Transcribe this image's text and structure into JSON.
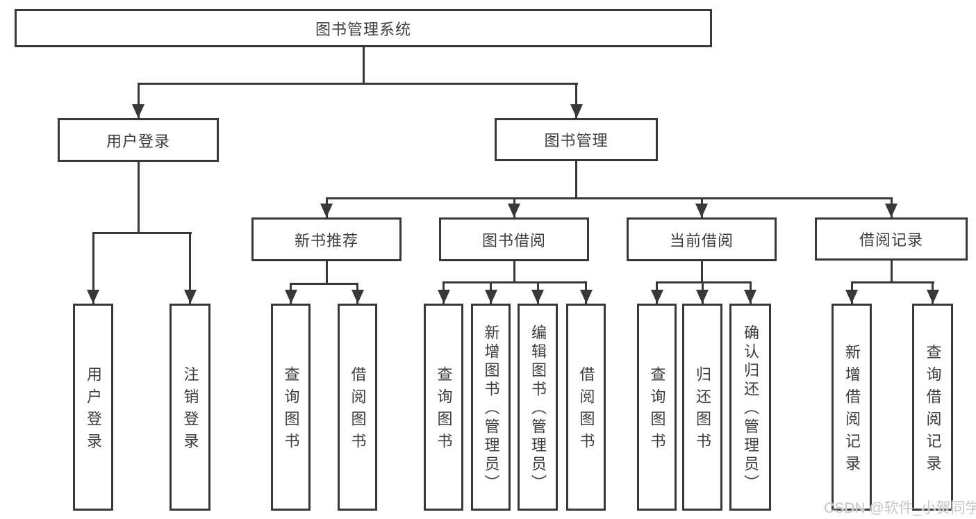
{
  "diagram_title": "图书管理系统",
  "nodes": {
    "root": "图书管理系统",
    "login": "用户登录",
    "mgmt": "图书管理",
    "rec": "新书推荐",
    "bb": "图书借阅",
    "cb": "当前借阅",
    "br": "借阅记录",
    "leaf_user_login": "用户登录",
    "leaf_logout": "注销登录",
    "leaf_rec_query": "查询图书",
    "leaf_rec_borrow": "借阅图书",
    "leaf_bb_query": "查询图书",
    "leaf_bb_add": "新增图书（管理员）",
    "leaf_bb_edit": "编辑图书（管理员）",
    "leaf_bb_borrow": "借阅图书",
    "leaf_cb_query": "查询图书",
    "leaf_cb_return": "归还图书",
    "leaf_cb_confirm": "确认归还（管理员）",
    "leaf_br_add": "新增借阅记录",
    "leaf_br_query": "查询借阅记录"
  },
  "hierarchy": {
    "图书管理系统": {
      "用户登录": [
        "用户登录",
        "注销登录"
      ],
      "图书管理": {
        "新书推荐": [
          "查询图书",
          "借阅图书"
        ],
        "图书借阅": [
          "查询图书",
          "新增图书（管理员）",
          "编辑图书（管理员）",
          "借阅图书"
        ],
        "当前借阅": [
          "查询图书",
          "归还图书",
          "确认归还（管理员）"
        ],
        "借阅记录": [
          "新增借阅记录",
          "查询借阅记录"
        ]
      }
    }
  },
  "watermark": {
    "text": "CSDN @软件_小贺同学"
  },
  "colors": {
    "line": "#383838",
    "text": "#3d3d3d",
    "bg": "#ffffff",
    "watermark": "#c6c6c6"
  }
}
